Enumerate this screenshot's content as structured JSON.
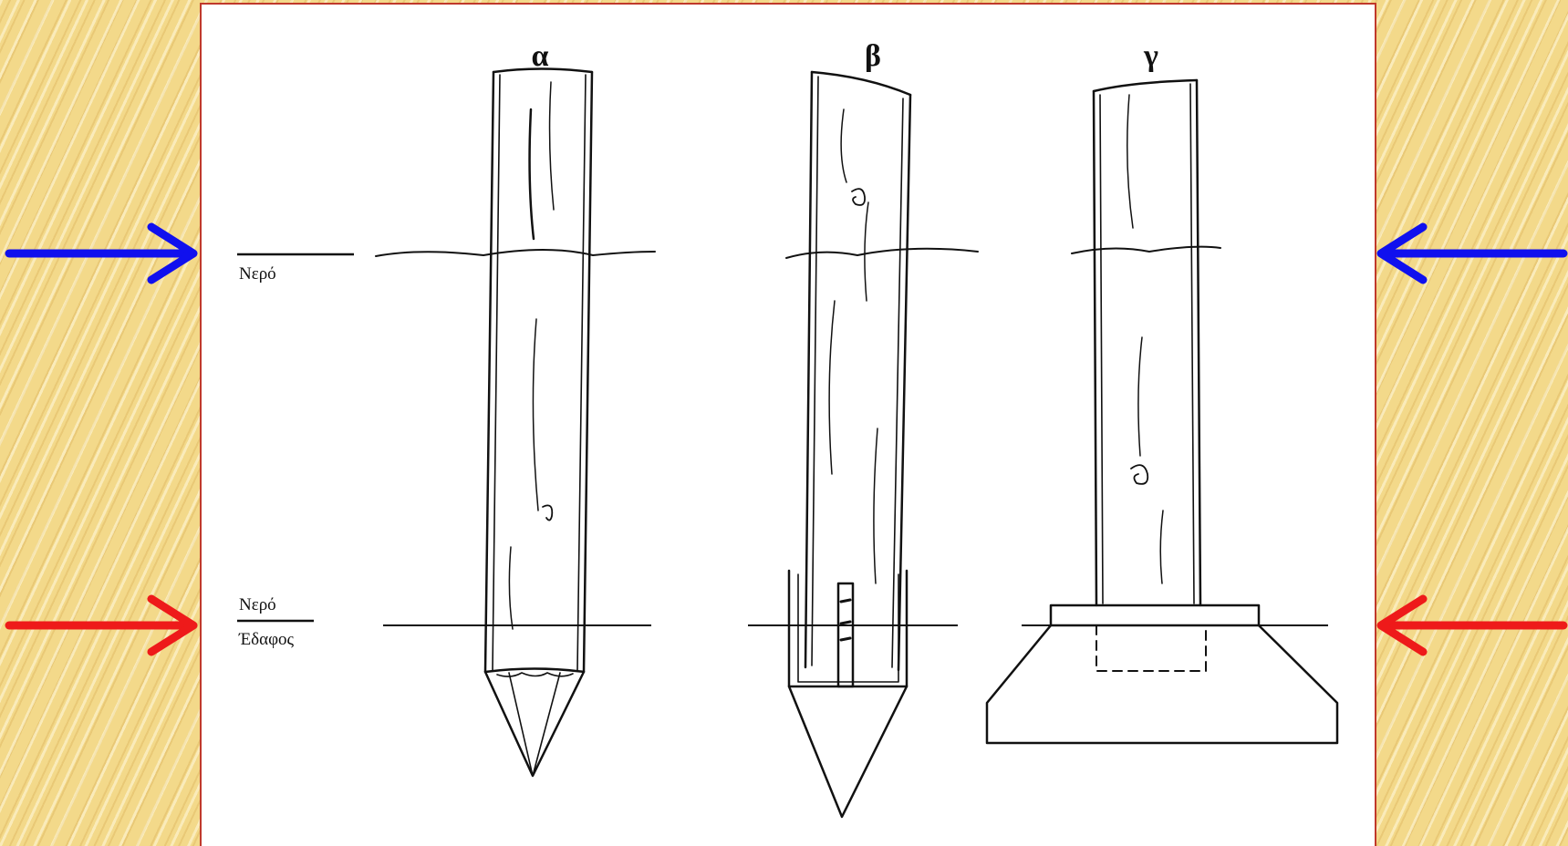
{
  "pile_labels": {
    "a": "α",
    "b": "β",
    "c": "γ"
  },
  "level_labels": {
    "water_top": "Νερό",
    "water_bottom": "Νερό",
    "ground": "Έδαφος"
  },
  "colors": {
    "panel_border": "#c0392b",
    "blue_arrow": "#1010ee",
    "red_arrow": "#ee1a1a",
    "panel_bg": "#ffffff"
  },
  "icons": {
    "arrow": "arrow-right-icon"
  }
}
